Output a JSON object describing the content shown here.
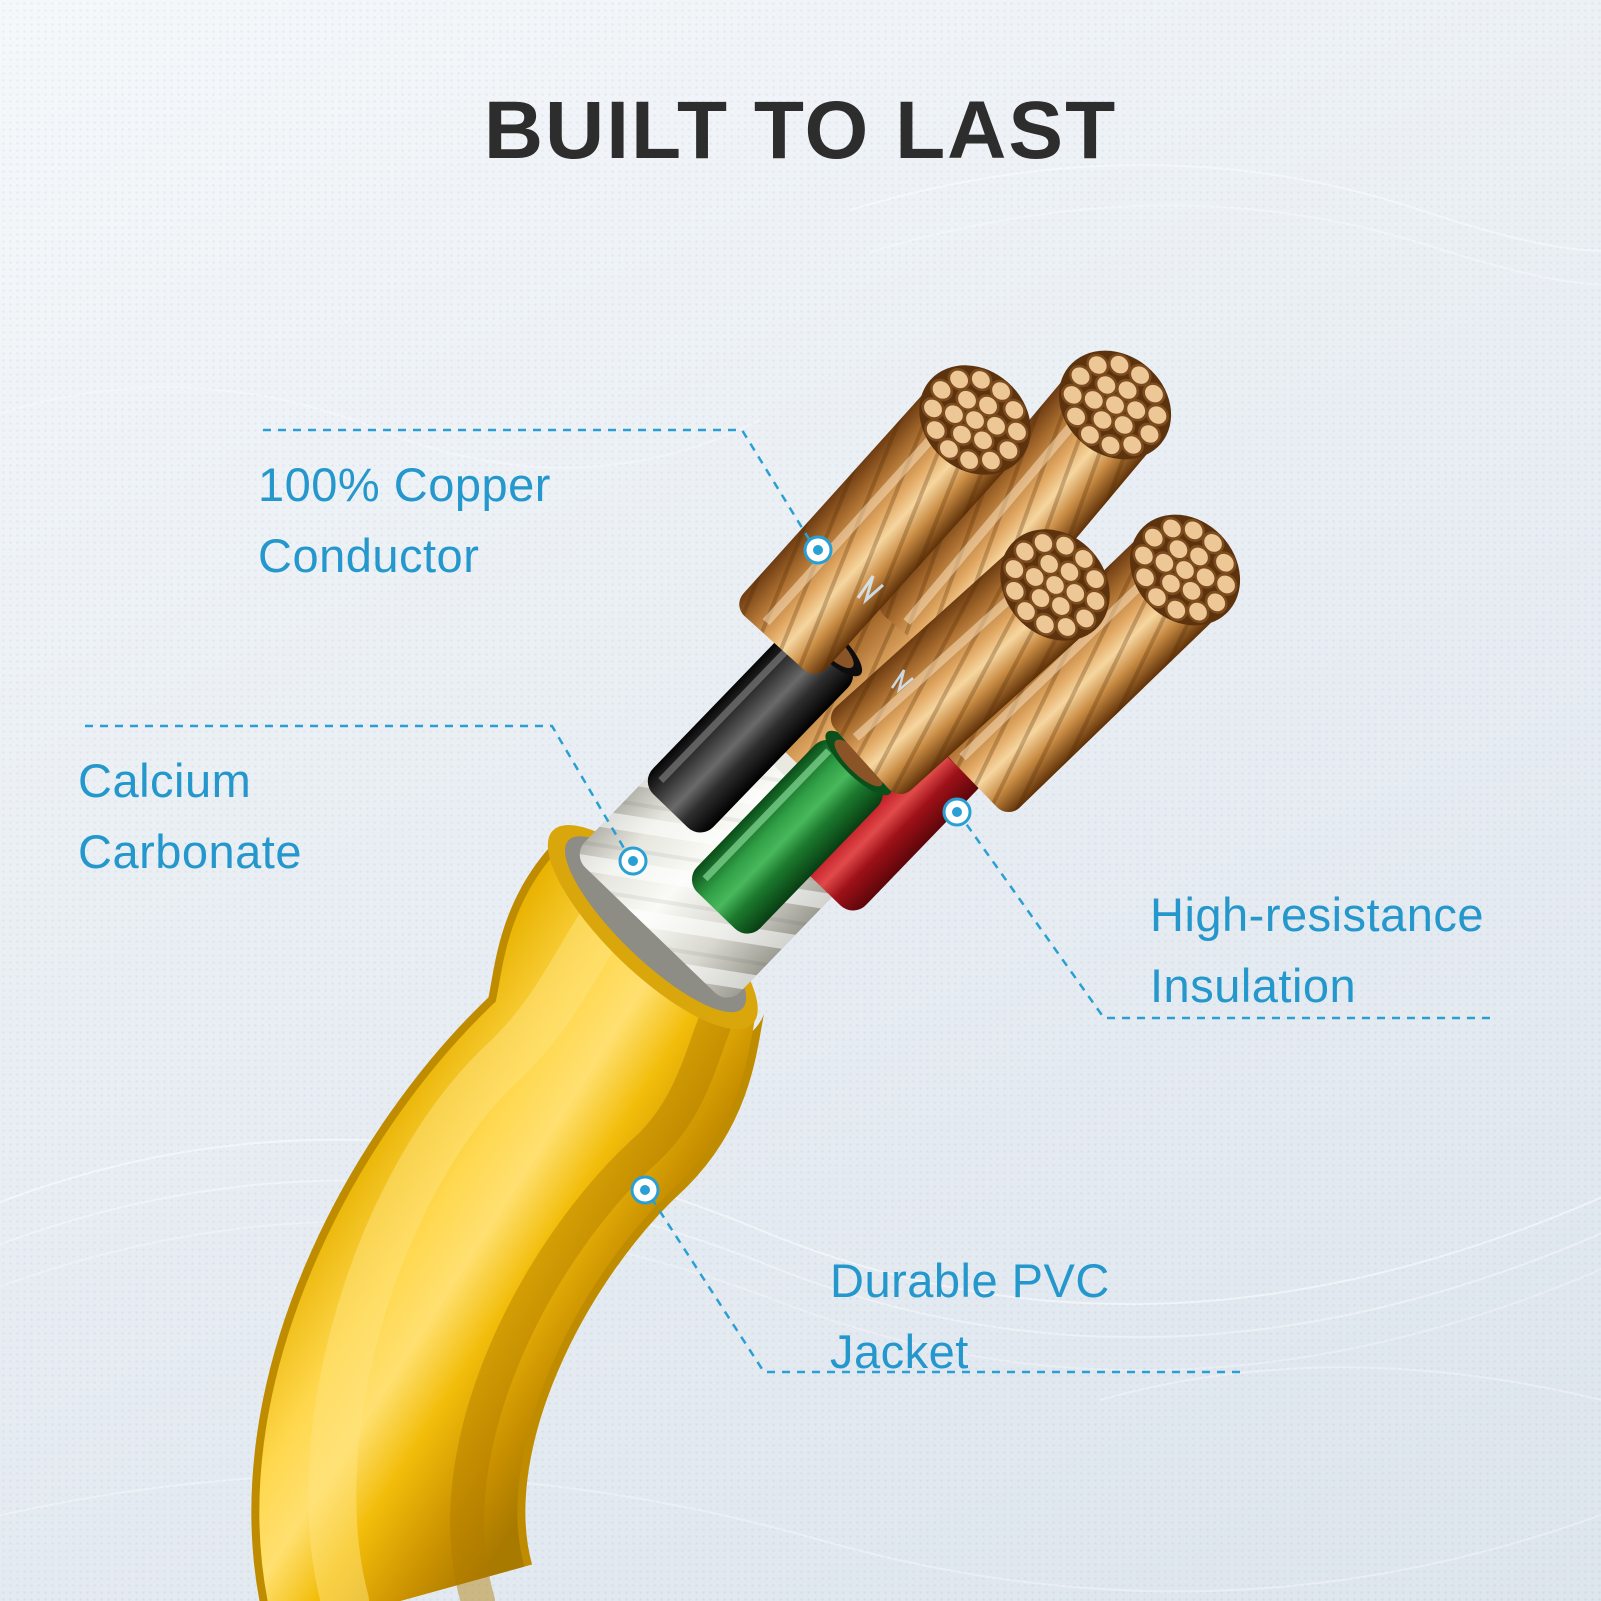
{
  "title": "BUILT TO LAST",
  "callouts": [
    {
      "id": "copper-conductor",
      "lines": [
        "100% Copper",
        "Conductor"
      ]
    },
    {
      "id": "calcium-carbonate",
      "lines": [
        "Calcium",
        "Carbonate"
      ]
    },
    {
      "id": "high-resistance-insulation",
      "lines": [
        "High-resistance",
        "Insulation"
      ]
    },
    {
      "id": "durable-pvc-jacket",
      "lines": [
        "Durable PVC",
        "Jacket"
      ]
    }
  ],
  "colors": {
    "accent_blue": "#2497cc",
    "title_text": "#2d2d2d",
    "jacket_yellow": "#f7c81d",
    "filler_white": "#f4f4f0",
    "wire_black": "#1d1d1d",
    "wire_green": "#1f8a35",
    "wire_red": "#c51f29",
    "copper": "#c98c4e",
    "background": "#e9eef3"
  }
}
